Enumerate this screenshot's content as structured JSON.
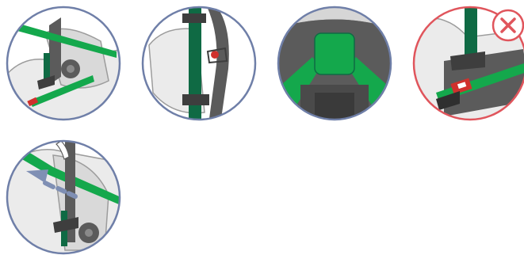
{
  "colors": {
    "belt_green": "#14a84c",
    "belt_dark_green": "#0f6a44",
    "frame_blue": "#6f7fa8",
    "frame_red": "#e0555c",
    "seat_light": "#ebebeb",
    "seat_mid": "#b9b9b9",
    "seat_dark": "#5b5b5b",
    "buckle_red": "#d0312d",
    "arrow_blue": "#7f8fb4"
  },
  "steps": [
    {
      "id": 1,
      "frame": "blue",
      "shows": "lap-belt-through-guide"
    },
    {
      "id": 2,
      "frame": "blue",
      "shows": "shoulder-belt-clip"
    },
    {
      "id": 3,
      "frame": "blue",
      "shows": "harness-pad-center"
    },
    {
      "id": 4,
      "frame": "red",
      "shows": "incorrect-buckle",
      "badge_icon": "cross-icon"
    },
    {
      "id": 5,
      "frame": "blue",
      "shows": "tighten-belt",
      "arrow_icon": "dashed-arrow-icon"
    }
  ]
}
